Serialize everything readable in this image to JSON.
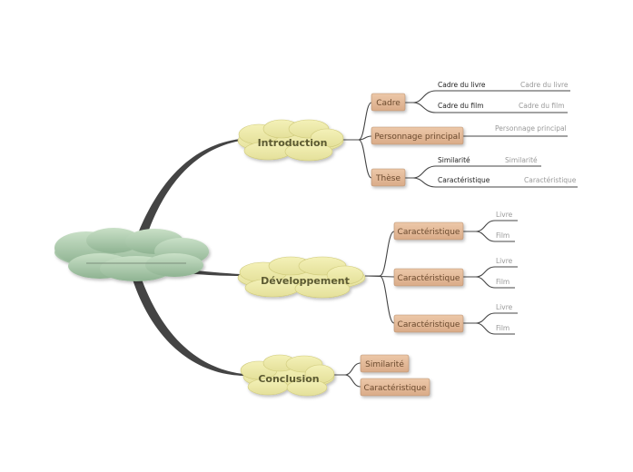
{
  "central": {
    "label": ""
  },
  "branches": {
    "introduction": {
      "label": "Introduction",
      "cadre": {
        "label": "Cadre",
        "livre": {
          "label": "Cadre du livre",
          "note": "Cadre du livre"
        },
        "film": {
          "label": "Cadre du film",
          "note": "Cadre du film"
        }
      },
      "personnage": {
        "label": "Personnage principal",
        "note": "Personnage principal"
      },
      "these": {
        "label": "Thèse",
        "similarite": {
          "label": "Similarité",
          "note": "Similarité"
        },
        "caracteristique": {
          "label": "Caractéristique",
          "note": "Caractéristique"
        }
      }
    },
    "developpement": {
      "label": "Développement",
      "items": [
        {
          "label": "Caractéristique",
          "livre": "Livre",
          "film": "Film"
        },
        {
          "label": "Caractéristique",
          "livre": "Livre",
          "film": "Film"
        },
        {
          "label": "Caractéristique",
          "livre": "Livre",
          "film": "Film"
        }
      ]
    },
    "conclusion": {
      "label": "Conclusion",
      "similarite": "Similarité",
      "caracteristique": "Caractéristique"
    }
  },
  "colors": {
    "central_cloud": "#a8c8a8",
    "branch_cloud": "#ece9a8",
    "topic_box": "#e2b99a",
    "connector": "#444444"
  }
}
